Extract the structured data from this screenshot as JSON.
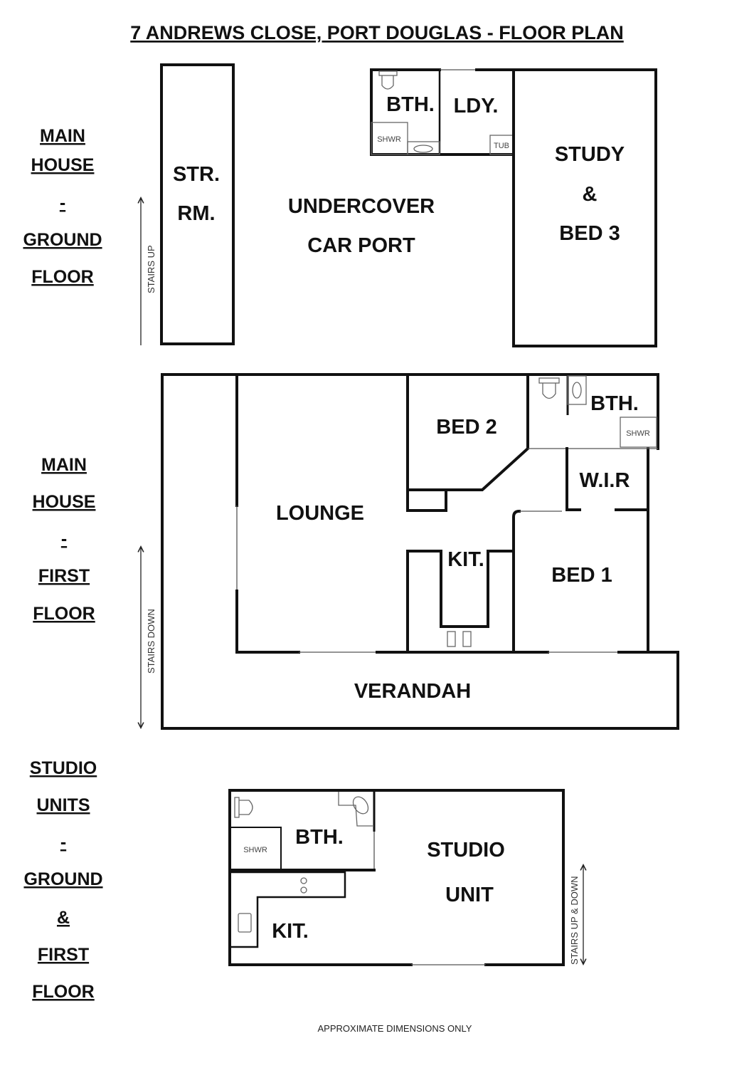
{
  "title": "7 ANDREWS CLOSE, PORT DOUGLAS  - FLOOR PLAN",
  "sections": {
    "ground": {
      "lines": [
        "MAIN",
        "HOUSE",
        "-",
        "GROUND",
        "FLOOR"
      ]
    },
    "first": {
      "lines": [
        "MAIN",
        "HOUSE",
        "-",
        "FIRST",
        "FLOOR"
      ]
    },
    "studio": {
      "lines": [
        "STUDIO",
        "UNITS",
        "-",
        "GROUND",
        "&",
        "FIRST",
        "FLOOR"
      ]
    }
  },
  "ground_floor": {
    "store_room": [
      "STR.",
      "RM."
    ],
    "carport": [
      "UNDERCOVER",
      "CAR PORT"
    ],
    "bathroom": "BTH.",
    "laundry": "LDY.",
    "shower": "SHWR",
    "tub": "TUB",
    "study": [
      "STUDY",
      "&",
      "BED 3"
    ],
    "stairs": "STAIRS UP"
  },
  "first_floor": {
    "bed2": "BED 2",
    "bathroom": "BTH.",
    "shower": "SHWR",
    "wir": "W.I.R",
    "lounge": "LOUNGE",
    "kitchen": "KIT.",
    "bed1": "BED 1",
    "verandah": "VERANDAH",
    "stairs": "STAIRS DOWN"
  },
  "studio_unit": {
    "bathroom": "BTH.",
    "shower": "SHWR",
    "studio": [
      "STUDIO",
      "UNIT"
    ],
    "kitchen": "KIT.",
    "stairs": "STAIRS UP & DOWN"
  },
  "footer": "APPROXIMATE DIMENSIONS ONLY"
}
